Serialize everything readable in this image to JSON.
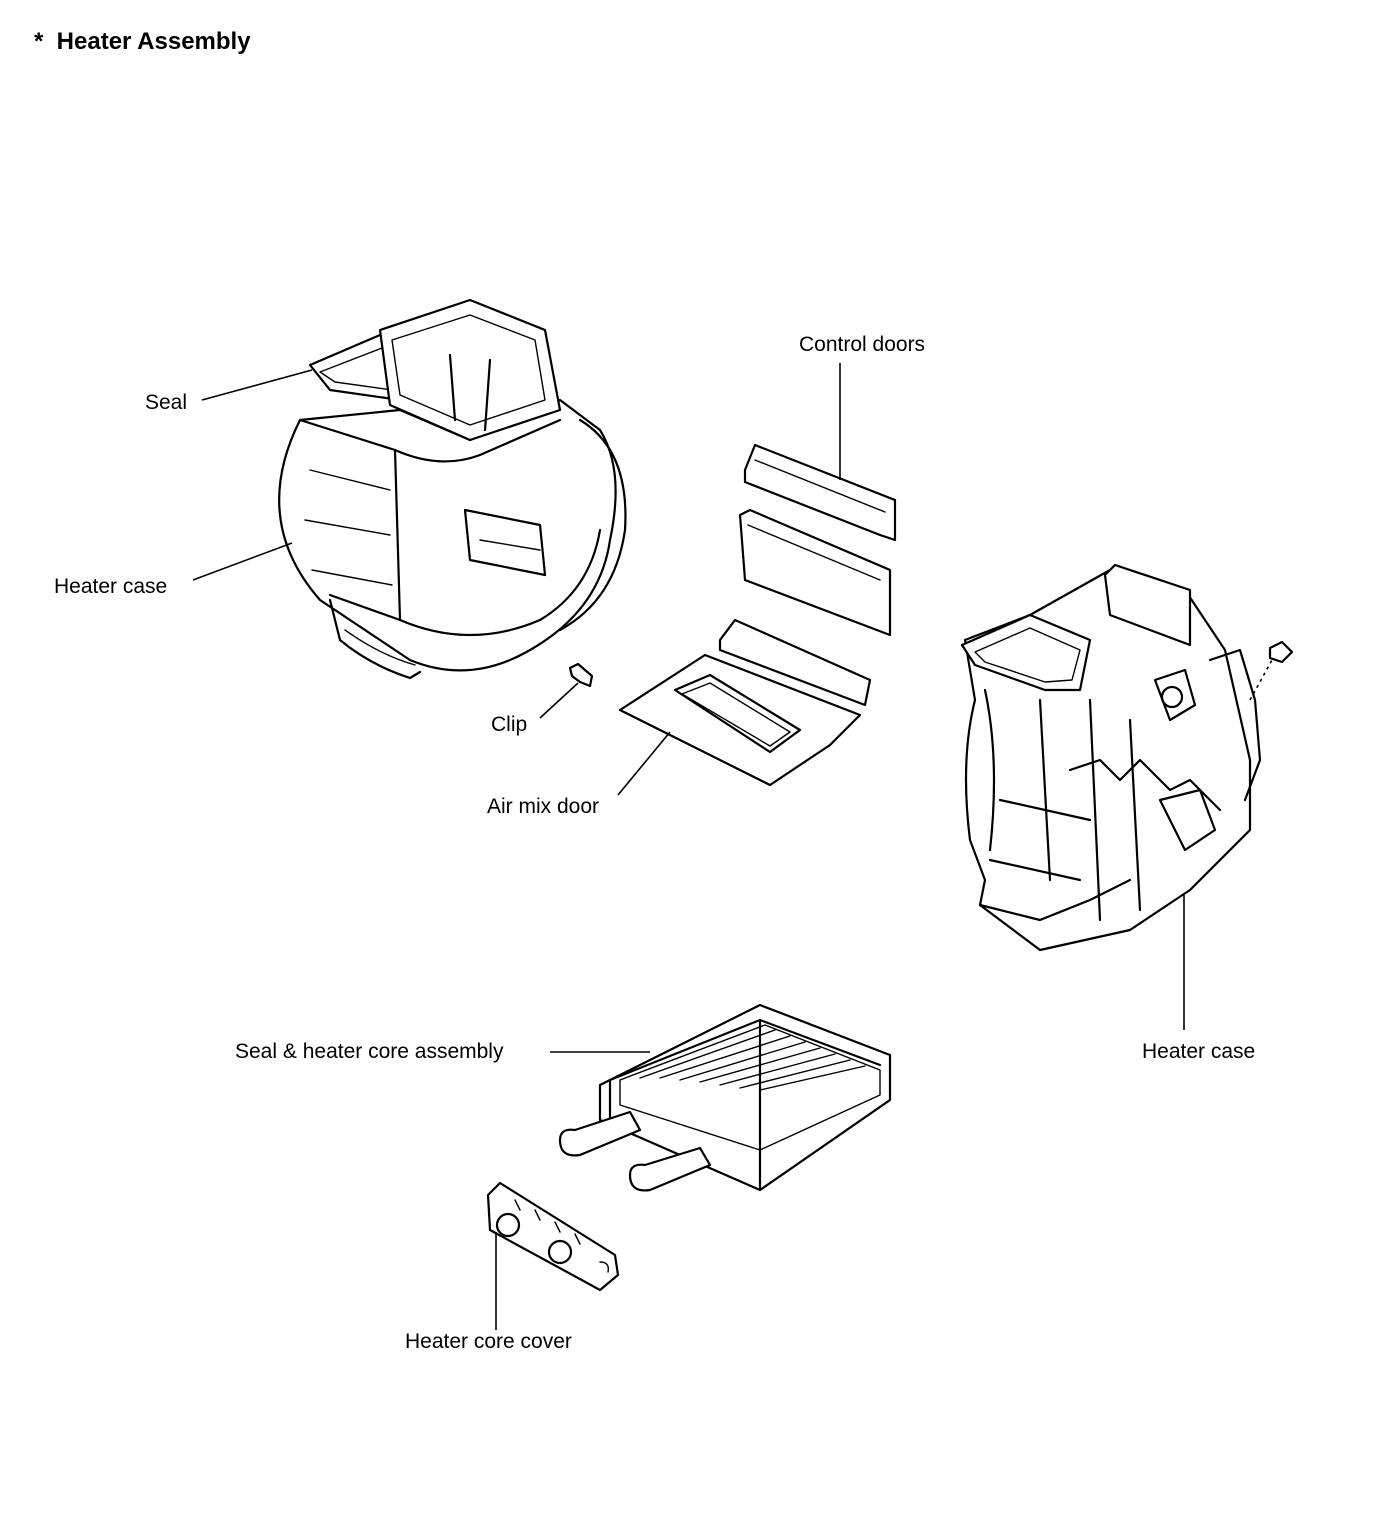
{
  "title": "*  Heater Assembly",
  "labels": {
    "seal": "Seal",
    "heater_case_left": "Heater case",
    "control_doors": "Control doors",
    "clip": "Clip",
    "air_mix_door": "Air mix door",
    "heater_case_right": "Heater case",
    "seal_heater_core_assembly": "Seal & heater core assembly",
    "heater_core_cover": "Heater core cover"
  }
}
